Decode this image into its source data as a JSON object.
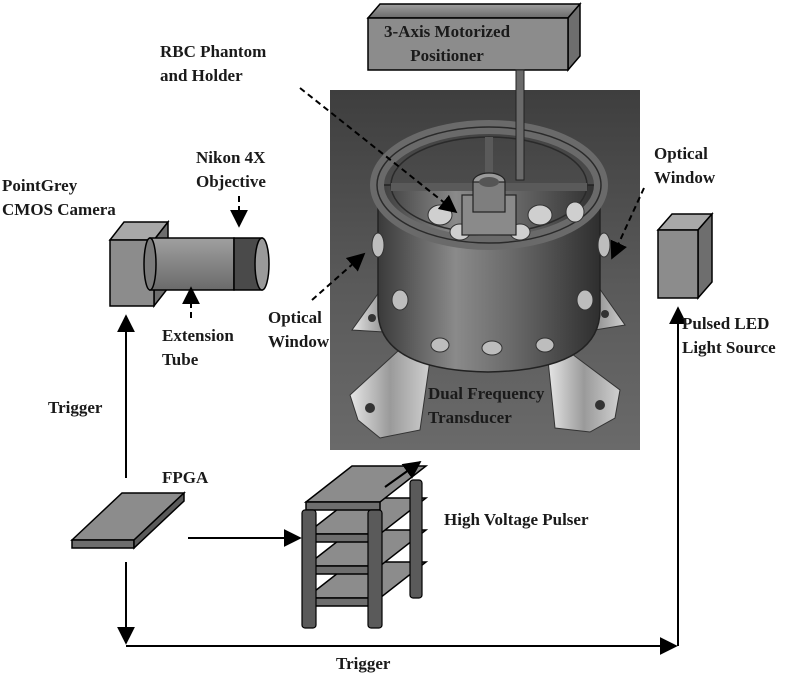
{
  "labels": {
    "positioner": [
      "3-Axis Motorized",
      "Positioner"
    ],
    "rbc_phantom": [
      "RBC Phantom",
      "and Holder"
    ],
    "optical_window_right": [
      "Optical",
      "Window"
    ],
    "optical_window_left": [
      "Optical",
      "Window"
    ],
    "objective": [
      "Nikon 4X",
      "Objective"
    ],
    "camera": [
      "PointGrey",
      "CMOS Camera"
    ],
    "extension_tube": [
      "Extension",
      "Tube"
    ],
    "led": [
      "Pulsed LED",
      "Light Source"
    ],
    "transducer": [
      "Dual Frequency",
      "Transducer"
    ],
    "trigger_left": "Trigger",
    "fpga": "FPGA",
    "pulser": "High Voltage Pulser",
    "trigger_bottom": "Trigger"
  },
  "colors": {
    "box_fill": "#8c8c8c",
    "box_top": "#a8a8a8",
    "box_side": "#6e6e6e",
    "render_bg": "#4a4a4a",
    "stroke": "#000000"
  }
}
